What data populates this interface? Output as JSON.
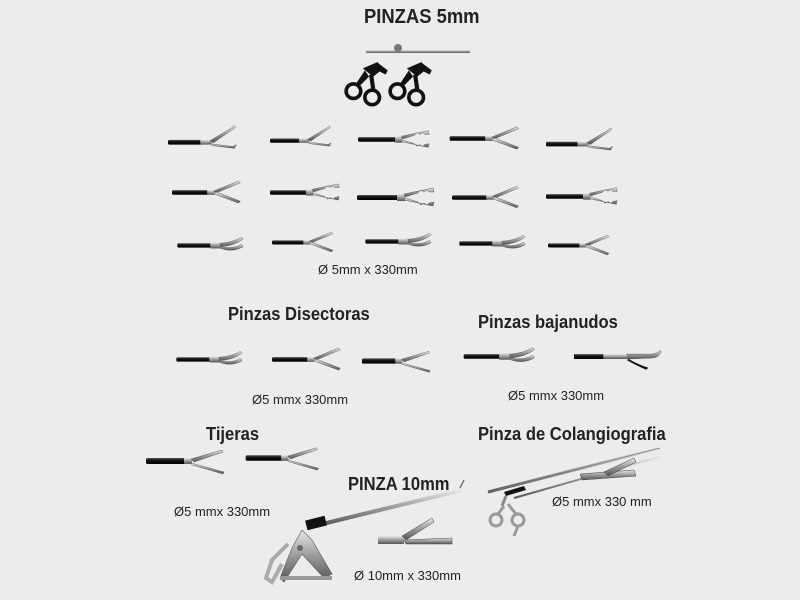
{
  "titles": {
    "pinzas_5mm": "PINZAS 5mm",
    "disectoras": "Pinzas Disectoras",
    "bajanudos": "Pinzas bajanudos",
    "tijeras": "Tijeras",
    "colangiografia": "Pinza de Colangiografia",
    "pinza_10mm": "PINZA 10mm"
  },
  "captions": {
    "grid": "Ø 5mm x 330mm",
    "disectoras": "Ø5 mmx 330mm",
    "bajanudos": "Ø5 mmx 330mm",
    "tijeras": "Ø5 mmx 330mm",
    "colangiografia": "Ø5 mmx 330 mm",
    "pinza_10mm": "Ø 10mm  x  330mm"
  },
  "colors": {
    "shaft": "#111111",
    "metal": "#9a9a9a",
    "metal_dark": "#555555",
    "background": "#ececec"
  }
}
